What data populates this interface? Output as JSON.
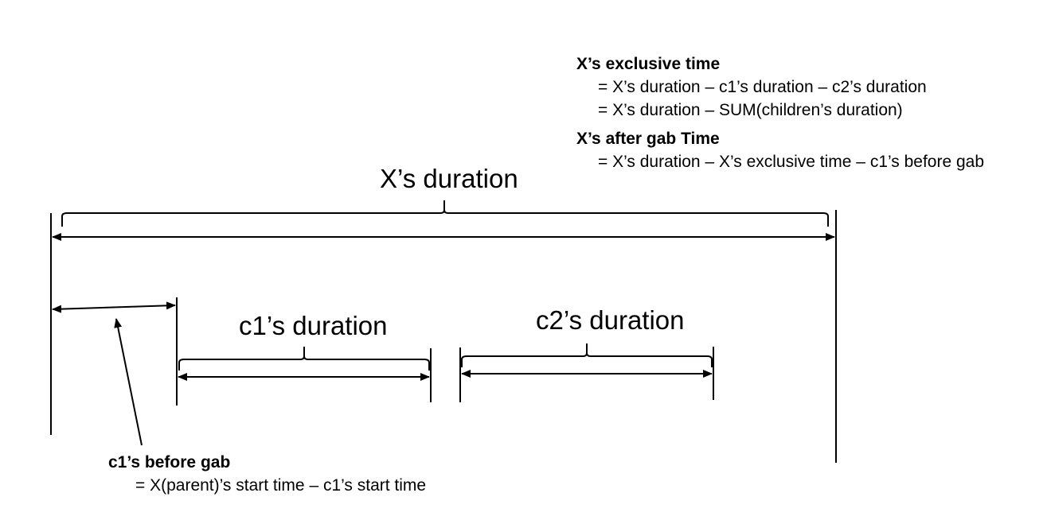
{
  "labels": {
    "x_duration": "X’s duration",
    "c1_duration": "c1’s duration",
    "c2_duration": "c2’s duration"
  },
  "exclusive_time": {
    "heading": "X’s exclusive time",
    "line1": "= X’s duration – c1’s duration – c2’s duration",
    "line2": "= X’s duration – SUM(children’s duration)"
  },
  "after_gab": {
    "heading": "X’s after gab Time",
    "line1": "= X’s duration – X’s exclusive time – c1’s before gab"
  },
  "before_gab": {
    "heading": "c1’s before gab",
    "line1": "= X(parent)’s start time – c1’s start time"
  }
}
